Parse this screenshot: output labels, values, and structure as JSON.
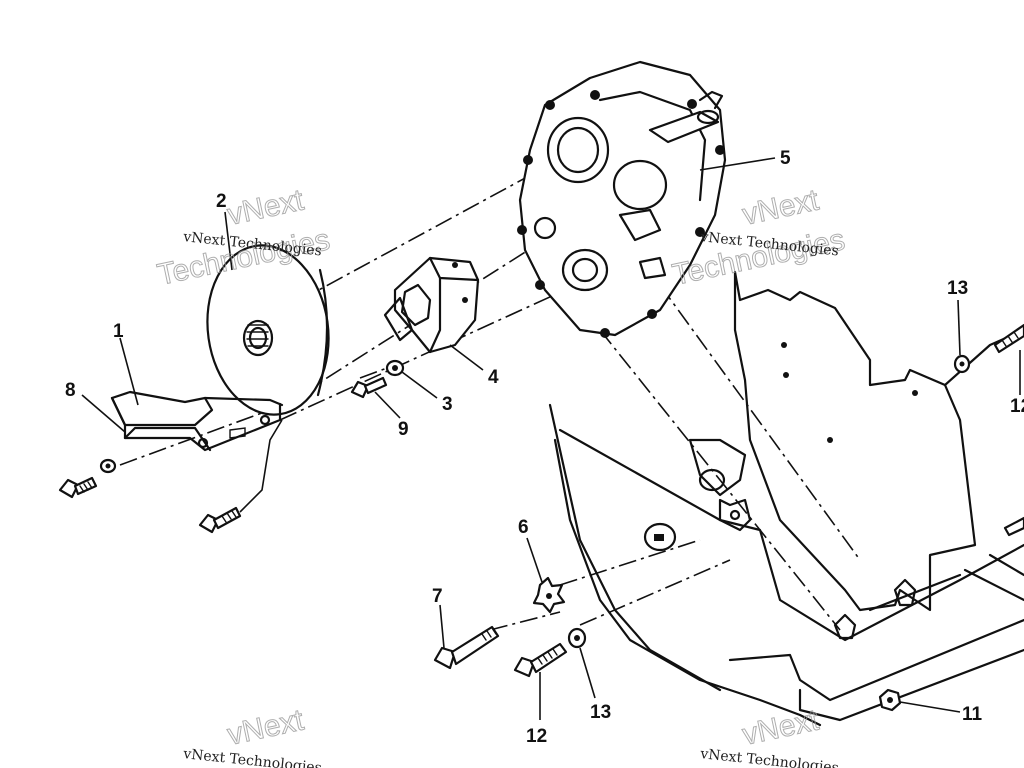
{
  "callouts": [
    "1",
    "2",
    "3",
    "4",
    "5",
    "6",
    "7",
    "8",
    "9",
    "11",
    "12",
    "12",
    "13",
    "13"
  ],
  "watermark": {
    "line_small": "vNext Technologies",
    "word_next": "vNext",
    "word_tech": "Technologies"
  },
  "colors": {
    "ink": "#111111",
    "paper": "#ffffff",
    "watermark": "#9a9a9a"
  }
}
